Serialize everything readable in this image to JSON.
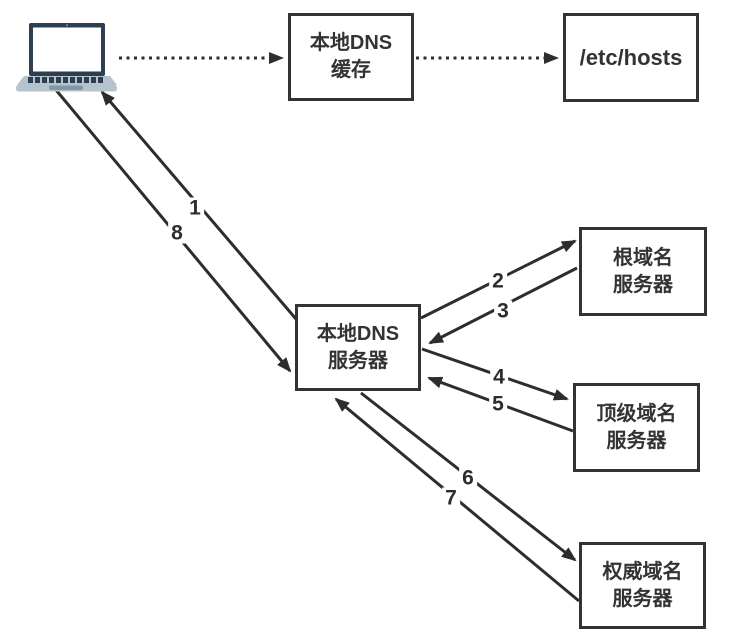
{
  "diagram": {
    "nodes": {
      "client": {
        "icon": "laptop-icon"
      },
      "dns_cache": {
        "label": "本地DNS\n缓存"
      },
      "etc_hosts": {
        "label": "/etc/hosts"
      },
      "local_dns": {
        "label": "本地DNS\n服务器"
      },
      "root_dns": {
        "label": "根域名\n服务器"
      },
      "tld_dns": {
        "label": "顶级域名\n服务器"
      },
      "auth_dns": {
        "label": "权威域名\n服务器"
      }
    },
    "edges": [
      {
        "from": "client",
        "to": "dns_cache",
        "style": "dotted",
        "label": ""
      },
      {
        "from": "dns_cache",
        "to": "etc_hosts",
        "style": "dotted",
        "label": ""
      },
      {
        "from": "client",
        "to": "local_dns",
        "style": "solid",
        "label": "1"
      },
      {
        "from": "local_dns",
        "to": "root_dns",
        "style": "solid",
        "label": "2"
      },
      {
        "from": "root_dns",
        "to": "local_dns",
        "style": "solid",
        "label": "3"
      },
      {
        "from": "local_dns",
        "to": "tld_dns",
        "style": "solid",
        "label": "4"
      },
      {
        "from": "tld_dns",
        "to": "local_dns",
        "style": "solid",
        "label": "5"
      },
      {
        "from": "local_dns",
        "to": "auth_dns",
        "style": "solid",
        "label": "6"
      },
      {
        "from": "auth_dns",
        "to": "local_dns",
        "style": "solid",
        "label": "7"
      },
      {
        "from": "local_dns",
        "to": "client",
        "style": "solid",
        "label": "8"
      }
    ],
    "colors": {
      "background": "#ffffff",
      "line": "#2d2d2d",
      "box_border": "#333333",
      "text": "#333333",
      "laptop_bezel": "#2c3e50",
      "laptop_base": "#b4c3cc",
      "laptop_trackpad": "#8496a1"
    }
  }
}
